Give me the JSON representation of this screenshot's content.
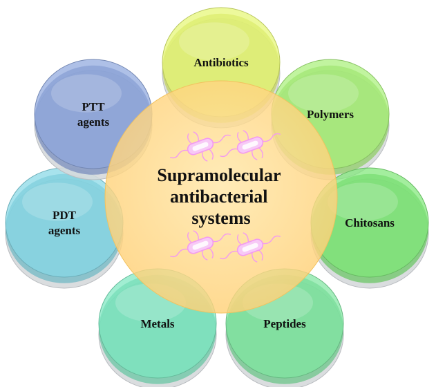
{
  "center": {
    "lines": [
      "Supramolecular",
      "antibacterial",
      "systems"
    ],
    "color": "#FFD98A",
    "microbe_color": "#F39AF0"
  },
  "nodes": [
    {
      "lines": [
        "Antibiotics"
      ],
      "color": "#E6F774"
    },
    {
      "lines": [
        "Polymers"
      ],
      "color": "#A9F07A"
    },
    {
      "lines": [
        "Chitosans"
      ],
      "color": "#7FE879"
    },
    {
      "lines": [
        "Peptides"
      ],
      "color": "#7FE6A1"
    },
    {
      "lines": [
        "Metals"
      ],
      "color": "#7DE8C1"
    },
    {
      "lines": [
        "PDT",
        "agents"
      ],
      "color": "#86D8E6"
    },
    {
      "lines": [
        "PTT",
        "agents"
      ],
      "color": "#8FA7DE"
    }
  ]
}
